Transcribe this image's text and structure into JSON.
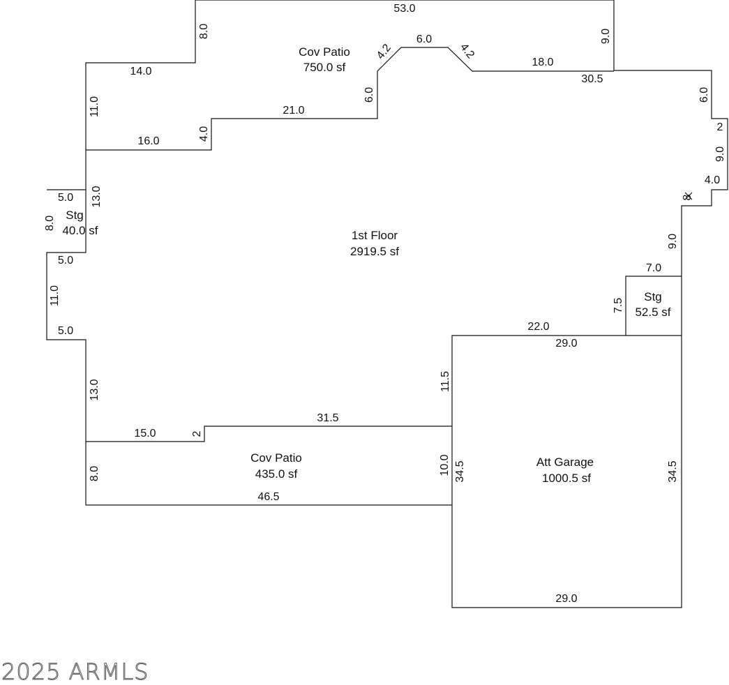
{
  "rooms": [
    {
      "id": "cov-patio-top",
      "name": "Cov Patio",
      "area": "750.0 sf"
    },
    {
      "id": "first-floor",
      "name": "1st Floor",
      "area": "2919.5 sf"
    },
    {
      "id": "stg-left",
      "name": "Stg",
      "area": "40.0 sf"
    },
    {
      "id": "stg-right",
      "name": "Stg",
      "area": "52.5 sf"
    },
    {
      "id": "cov-patio-bottom",
      "name": "Cov Patio",
      "area": "435.0 sf"
    },
    {
      "id": "att-garage",
      "name": "Att Garage",
      "area": "1000.5 sf"
    }
  ],
  "dimensions": [
    "53.0",
    "8.0",
    "9.0",
    "14.0",
    "6.0",
    "4.2",
    "4.2",
    "18.0",
    "30.5",
    "11.0",
    "6.0",
    "21.0",
    "6.0",
    "2",
    "16.0",
    "4.0",
    "9.0",
    "13.0",
    "5.0",
    "4.0",
    "8.0",
    "8",
    "5.0",
    "9.0",
    "7.0",
    "11.0",
    "7.5",
    "5.0",
    "22.0",
    "29.0",
    "13.0",
    "11.5",
    "31.5",
    "15.0",
    "2",
    "10.0",
    "34.5",
    "34.5",
    "8.0",
    "46.5",
    "29.0"
  ],
  "watermark": "2025 ARMLS"
}
